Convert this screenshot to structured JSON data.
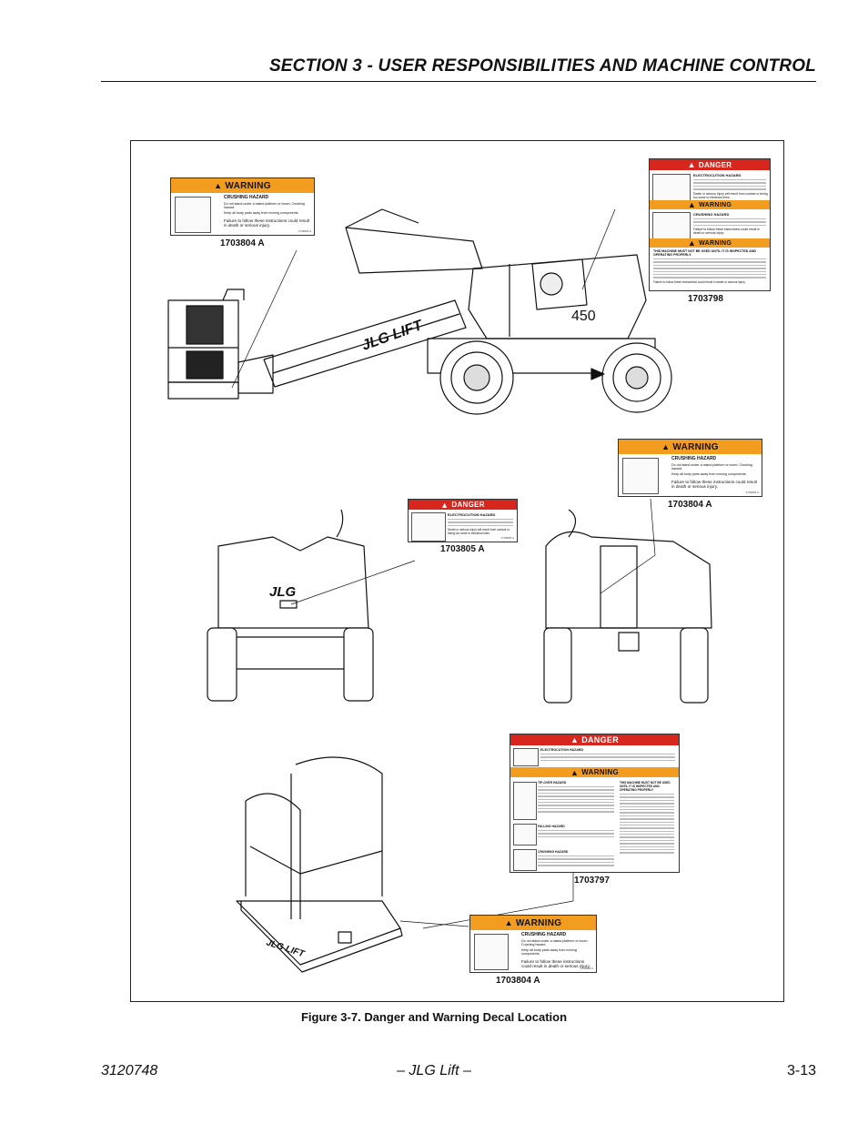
{
  "header": {
    "title": "SECTION 3 - USER RESPONSIBILITIES AND MACHINE CONTROL"
  },
  "figure": {
    "caption": "Figure 3-7.  Danger and Warning Decal Location",
    "machine_model": "450",
    "boom_brand": "JLG LIFT",
    "platform_brand": "JLG",
    "body_brand": "JLG"
  },
  "decals": {
    "warning_top_left": {
      "header": "WARNING",
      "hazard": "CRUSHING HAZARD",
      "bullets": [
        "Do not stand under a raised platform or boom. Crushing hazard.",
        "Keep all body parts away from moving components."
      ],
      "fail": "Failure to follow these instructions could result in death or serious injury.",
      "code": "1703804 A",
      "part": "1703804 A"
    },
    "combo_top_right": {
      "danger_header": "DANGER",
      "danger_hazard": "ELECTROCUTION HAZARD",
      "danger_fail": "Death or serious injury will result from contact or being too close to electrical lines.",
      "warning_header": "WARNING",
      "warning_hazard": "CRUSHING HAZARD",
      "warning_fail": "Failure to follow these instructions could result in death or serious injury.",
      "bottom_header": "WARNING",
      "bottom_title": "THIS MACHINE MUST NOT BE USED UNTIL IT IS INSPECTED AND OPERATING PROPERLY.",
      "bottom_fail": "Failure to follow these instructions could result in death or serious injury.",
      "code": "1703798",
      "part": "1703798"
    },
    "warning_mid_right": {
      "header": "WARNING",
      "hazard": "CRUSHING HAZARD",
      "bullets": [
        "Do not stand under a raised platform or boom. Crushing hazard.",
        "Keep all body parts away from moving components."
      ],
      "fail": "Failure to follow these instructions could result in death or serious injury.",
      "code": "1703804 A",
      "part": "1703804 A"
    },
    "danger_mid": {
      "header": "DANGER",
      "hazard": "ELECTROCUTION HAZARD",
      "fail": "Death or serious injury will result from contact or being too close to electrical lines.",
      "code": "1703805 A",
      "part": "1703805 A"
    },
    "combo_bottom": {
      "danger_header": "DANGER",
      "danger_hazard": "ELECTROCUTION HAZARD",
      "warning_header": "WARNING",
      "tipover": "TIP-OVER HAZARD",
      "falling": "FALLING HAZARD",
      "crushing": "CRUSHING HAZARD",
      "right_title": "THIS MACHINE MUST NOT BE USED UNTIL IT IS INSPECTED AND OPERATING PROPERLY.",
      "part": "1703797"
    },
    "warning_bottom": {
      "header": "WARNING",
      "hazard": "CRUSHING HAZARD",
      "bullets": [
        "Do not stand under a raised platform or boom. Crushing hazard.",
        "Keep all body parts away from moving components."
      ],
      "fail": "Failure to follow these instructions could result in death or serious injury.",
      "code": "1703804 A",
      "part": "1703804 A"
    }
  },
  "footer": {
    "left": "3120748",
    "center": "– JLG Lift –",
    "right": "3-13"
  },
  "colors": {
    "warning": "#f29d1f",
    "danger": "#d7261e"
  }
}
